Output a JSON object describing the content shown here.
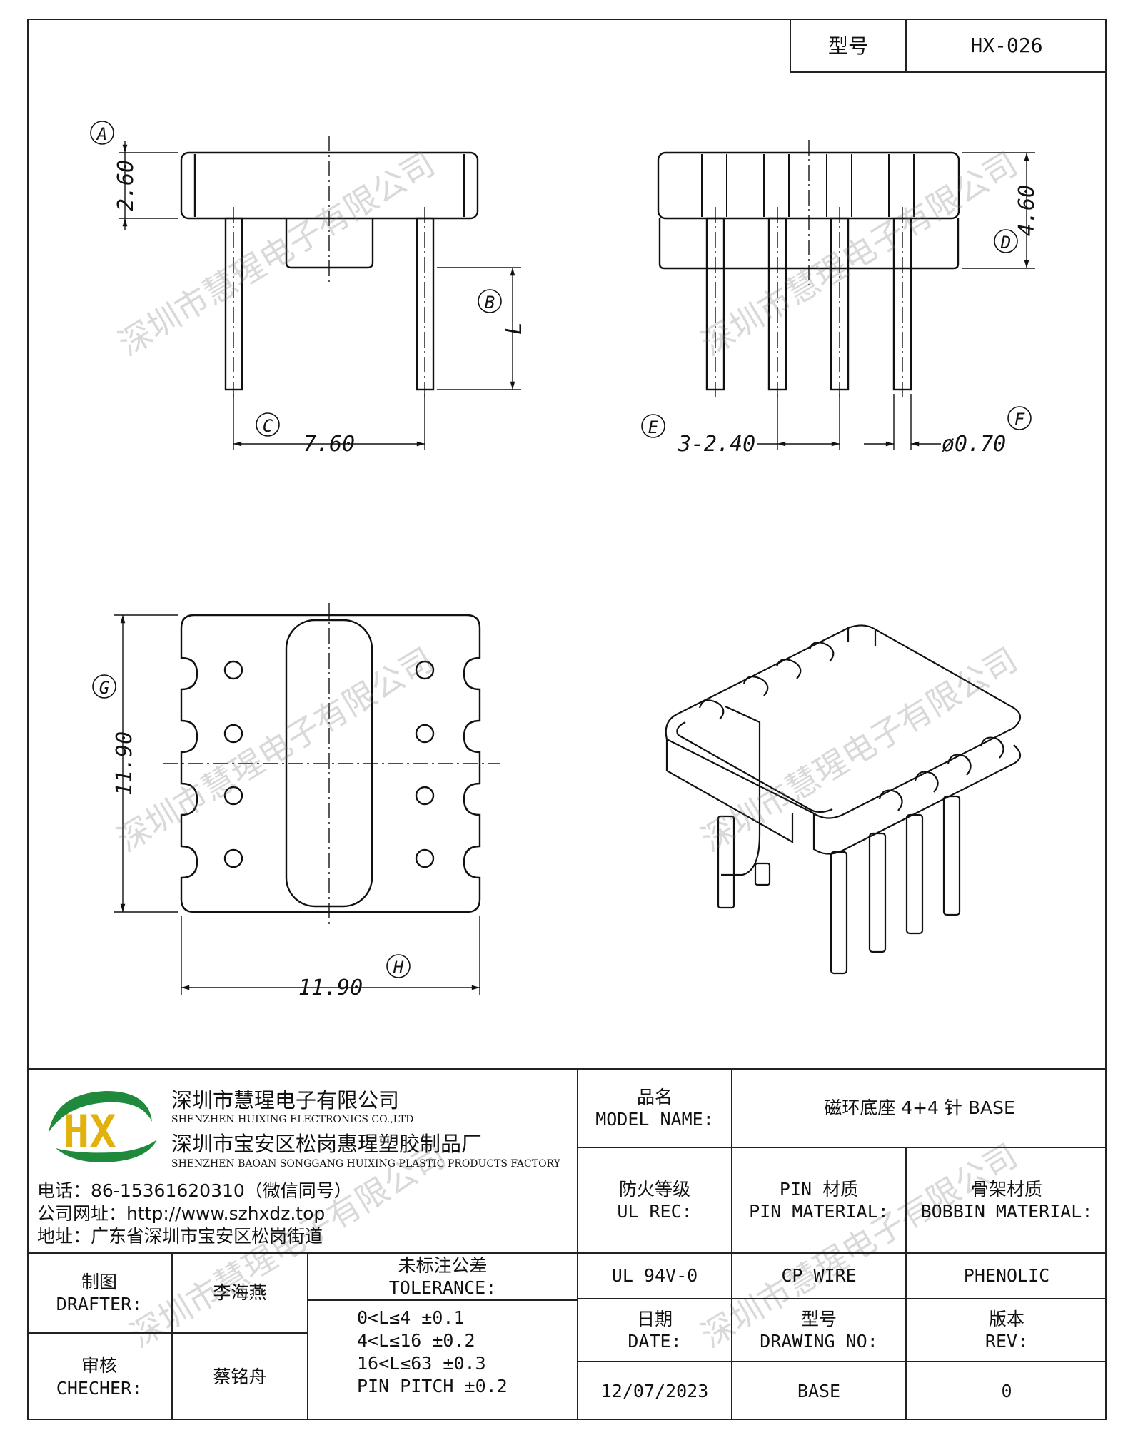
{
  "header": {
    "model_label": "型号",
    "model_value": "HX-026"
  },
  "dimensions": {
    "A": "A",
    "B": "B",
    "C": "C",
    "D": "D",
    "E": "E",
    "F": "F",
    "G": "G",
    "H": "H",
    "height_a": "2.60",
    "length_b": "L",
    "span_c": "7.60",
    "height_d": "4.60",
    "pitch_e": "3-2.40",
    "diameter_f": "ø0.70",
    "height_g": "11.90",
    "width_h": "11.90"
  },
  "watermark": "深圳市慧瑆电子有限公司",
  "company": {
    "logo_text": "HX",
    "name_cn": "深圳市慧瑆电子有限公司",
    "name_en": "SHENZHEN HUIXING ELECTRONICS CO.,LTD",
    "factory_cn": "深圳市宝安区松岗惠瑆塑胶制品厂",
    "factory_en": "SHENZHEN BAOAN SONGGANG HUIXING PLASTIC PRODUCTS FACTORY",
    "phone": "电话：86-15361620310（微信同号）",
    "website": "公司网址：http://www.szhxdz.top",
    "address": "地址：广东省深圳市宝安区松岗街道"
  },
  "title_block": {
    "model_name_cn": "品名",
    "model_name_en": "MODEL NAME:",
    "model_name_value": "磁环底座 4+4 针 BASE",
    "ul_cn": "防火等级",
    "ul_en": "UL REC:",
    "pin_material_cn": "PIN 材质",
    "pin_material_en": "PIN MATERIAL:",
    "bobbin_material_cn": "骨架材质",
    "bobbin_material_en": "BOBBIN MATERIAL:",
    "ul_value": "UL 94V-0",
    "pin_material_value": "CP WIRE",
    "bobbin_material_value": "PHENOLIC",
    "drafter_cn": "制图",
    "drafter_en": "DRAFTER:",
    "drafter_value": "李海燕",
    "checker_cn": "审核",
    "checker_en": "CHECHER:",
    "checker_value": "蔡铭舟",
    "tolerance_cn": "未标注公差",
    "tolerance_en": "TOLERANCE:",
    "tolerance_lines": [
      "0<L≤4   ±0.1",
      "4<L≤16  ±0.2",
      "16<L≤63  ±0.3",
      "PIN PITCH  ±0.2"
    ],
    "date_cn": "日期",
    "date_en": "DATE:",
    "drawing_no_cn": "型号",
    "drawing_no_en": "DRAWING NO:",
    "rev_cn": "版本",
    "rev_en": "REV:",
    "date_value": "12/07/2023",
    "drawing_no_value": "BASE",
    "rev_value": "0"
  }
}
